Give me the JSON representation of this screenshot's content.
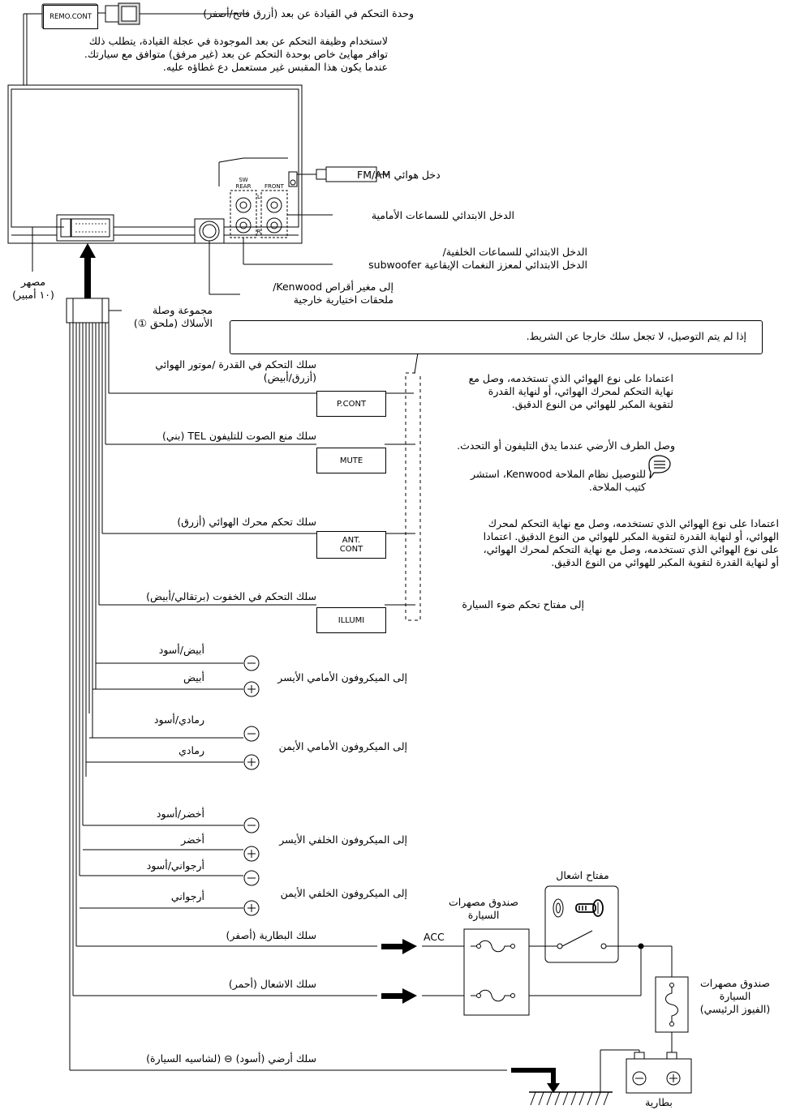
{
  "remote": {
    "connector_label": "REMO.CONT",
    "title": "وحدة التحكم في القيادة عن بعد (أزرق فاتح/أصفر)",
    "note": "لاستخدام وظيفة التحكم عن بعد الموجودة في عجلة القيادة، يتطلب ذلك\nتوافر مهايئ خاص بوحدة التحكم عن بعد (غير مرفق) متوافق مع سيارتك.\nعندما يكون هذا المقبس غير مستعمل دع غطاؤه عليه."
  },
  "unit": {
    "sw_label": "SW\nREAR",
    "front_label": "FRONT",
    "l_label": "L",
    "r_label": "R"
  },
  "labels": {
    "antenna_in": "دخل هوائي FM/AM",
    "front_preout": "الدخل الابتدائي  للسماعات الأمامية",
    "rear_preout": "الدخل الابتدائي للسماعات الخلفية/\nالدخل الابتدائي لمعزز النغمات الإيقاعية subwoofer",
    "changer": "إلى مغير أقراص Kenwood/\nملحقات اختيارية خارجية",
    "fuse": "مصهر\n(١٠ أمبير)",
    "harness": "مجموعة وصلة\nالأسلاك (ملحق ①)"
  },
  "note_box": "إذا لم يتم التوصيل، لا تجعل سلك خارجا عن الشريط.",
  "wires": [
    {
      "name": "سلك التحكم في القدرة /موتور الهوائي\n(أزرق/أبيض)",
      "box": "P.CONT",
      "desc": "اعتمادا على نوع الهوائي الذي تستخدمه، وصل مع\nنهاية التحكم لمحرك الهوائي، أو لنهاية القدرة\nلتقوية المكبر للهوائي من النوع الدقيق."
    },
    {
      "name": "سلك منع الصوت للتليفون TEL (بني)",
      "box": "MUTE",
      "desc": "وصل الطرف الأرضي عندما يدق التليفون أو التحدث."
    },
    {
      "name": "سلك تحكم محرك الهوائي (أزرق)",
      "box": "ANT.\nCONT",
      "desc": "اعتمادا على نوع الهوائي الذي تستخدمه، وصل مع نهاية التحكم لمحرك\nالهوائي، أو لنهاية القدرة لتقوية المكبر للهوائي من النوع الدقيق. اعتمادا\nعلى نوع الهوائي الذي تستخدمه، وصل مع نهاية التحكم لمحرك الهوائي،\nأو لنهاية القدرة لتقوية المكبر للهوائي من النوع الدقيق."
    },
    {
      "name": "سلك التحكم في الخفوت (برتقالي/أبيض)",
      "box": "ILLUMI",
      "desc": "إلى مفتاح تحكم ضوء السيارة"
    }
  ],
  "navi_note": "للتوصيل نظام الملاحة Kenwood، استشر\nكتيب الملاحة.",
  "speakers": [
    {
      "neg": "أبيض/أسود",
      "pos": "أبيض",
      "target": "إلى الميكروفون الأمامي الأيسر"
    },
    {
      "neg": "رمادي/أسود",
      "pos": "رمادي",
      "target": "إلى الميكروفون الأمامي الأيمن"
    },
    {
      "neg": "أخضر/أسود",
      "pos": "أخضر",
      "target": "إلى الميكروفون الخلفي الأيسر"
    },
    {
      "neg": "أرجواني/أسود",
      "pos": "أرجواني",
      "target": "إلى الميكروفون الخلفي الأيمن"
    }
  ],
  "power": {
    "battery_wire": "سلك البطارية (أصفر)",
    "ignition_wire": "سلك الاشعال (أحمر)",
    "ground_wire": "سلك أرضي (أسود) ⊖ (لشاسيه السيارة)",
    "acc": "ACC",
    "fuse_box": "صندوق مصهرات\nالسيارة",
    "ignition_switch": "مفتاح اشعال",
    "main_fuse_box": "صندوق مصهرات\nالسيارة\n(الفيوز الرئيسي)",
    "battery": "بطارية"
  }
}
